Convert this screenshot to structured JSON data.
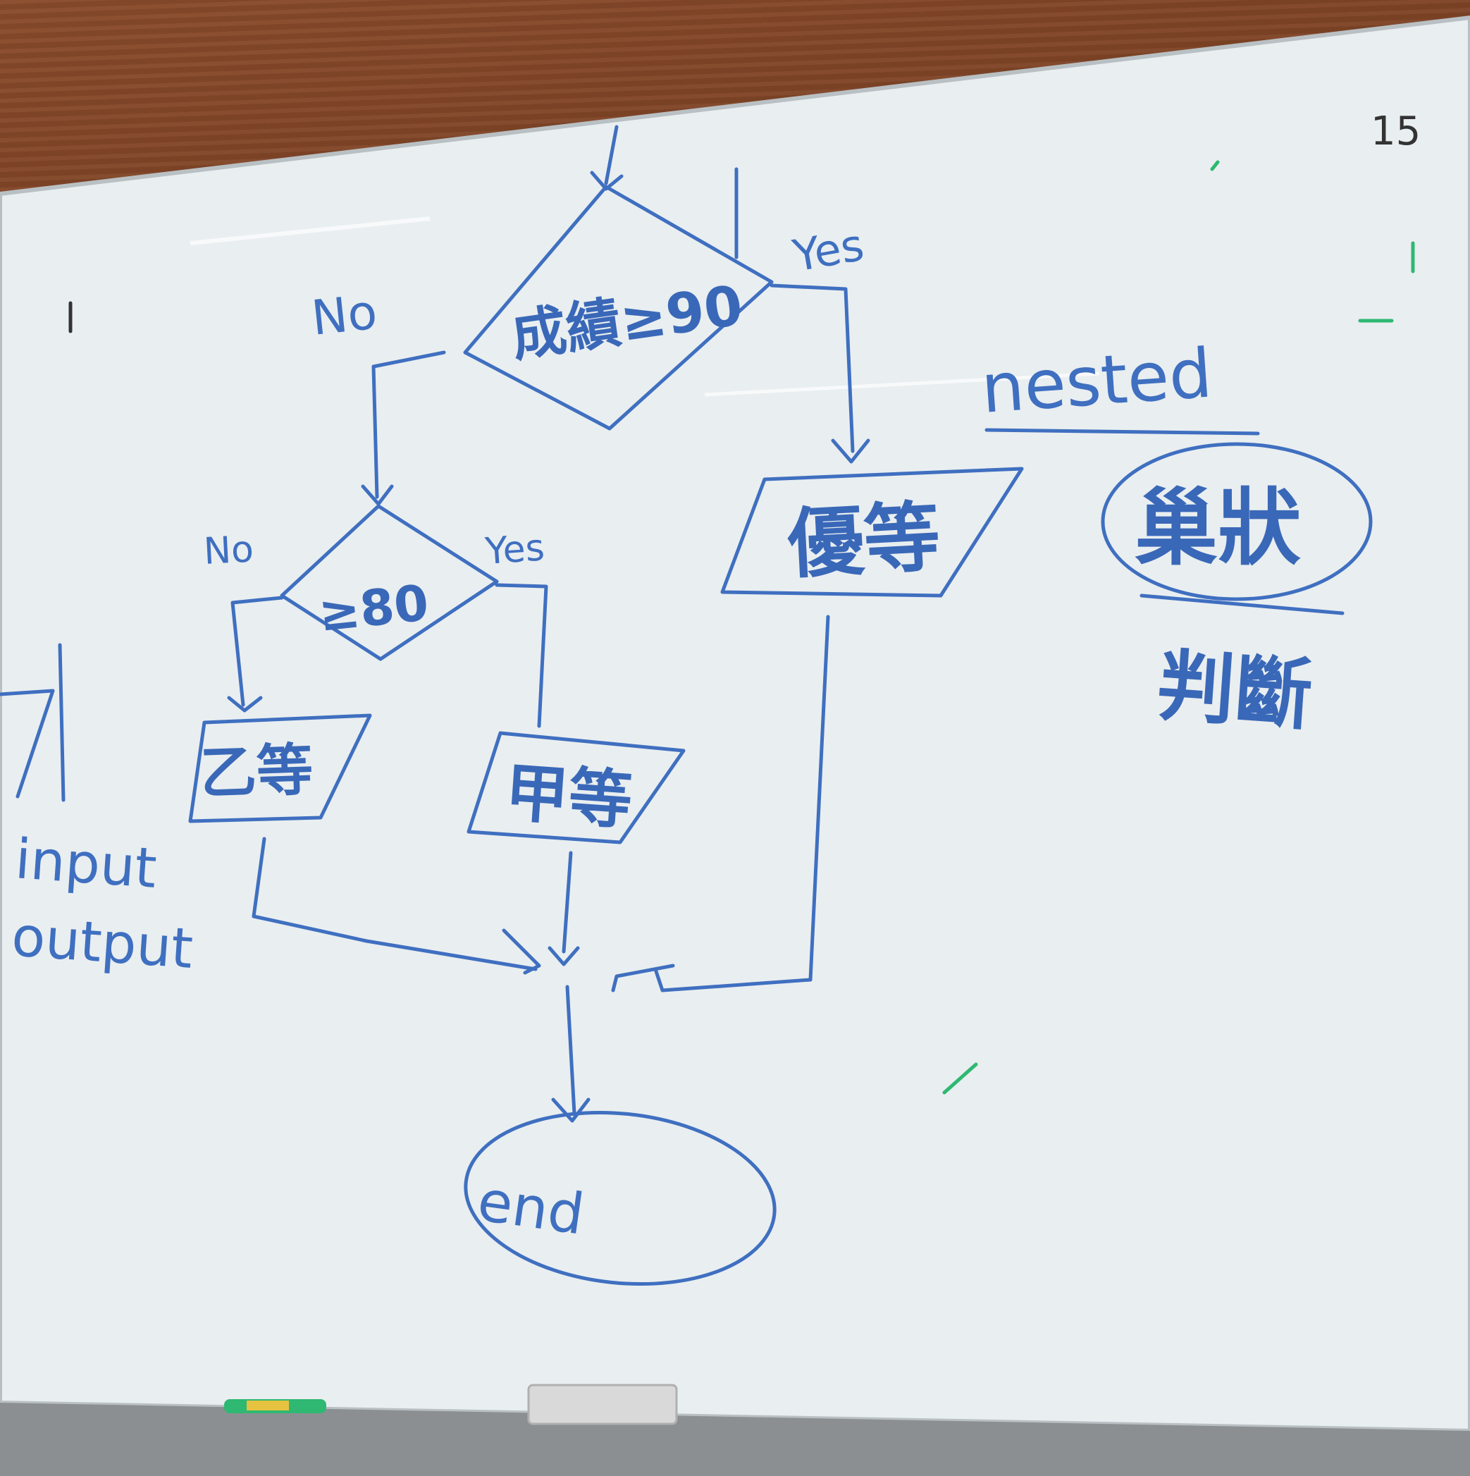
{
  "colors": {
    "marker_blue": "#3f6fc0",
    "board_white": "#eef2f4",
    "wood": "#6b3a22",
    "green_marker": "#2eb872"
  },
  "flowchart": {
    "decision_top": "成績≥90",
    "decision_mid": "≥80",
    "top_yes": "Yes",
    "top_no": "No",
    "mid_yes": "Yes",
    "mid_no": "No",
    "output_top": "優等",
    "output_left": "乙等",
    "output_mid": "甲等",
    "end_label": "end"
  },
  "side_notes": {
    "input": "input",
    "output": "output",
    "nested": "nested",
    "shape_word": "巢狀",
    "judge_word": "判斷",
    "corner_mark": "15"
  }
}
